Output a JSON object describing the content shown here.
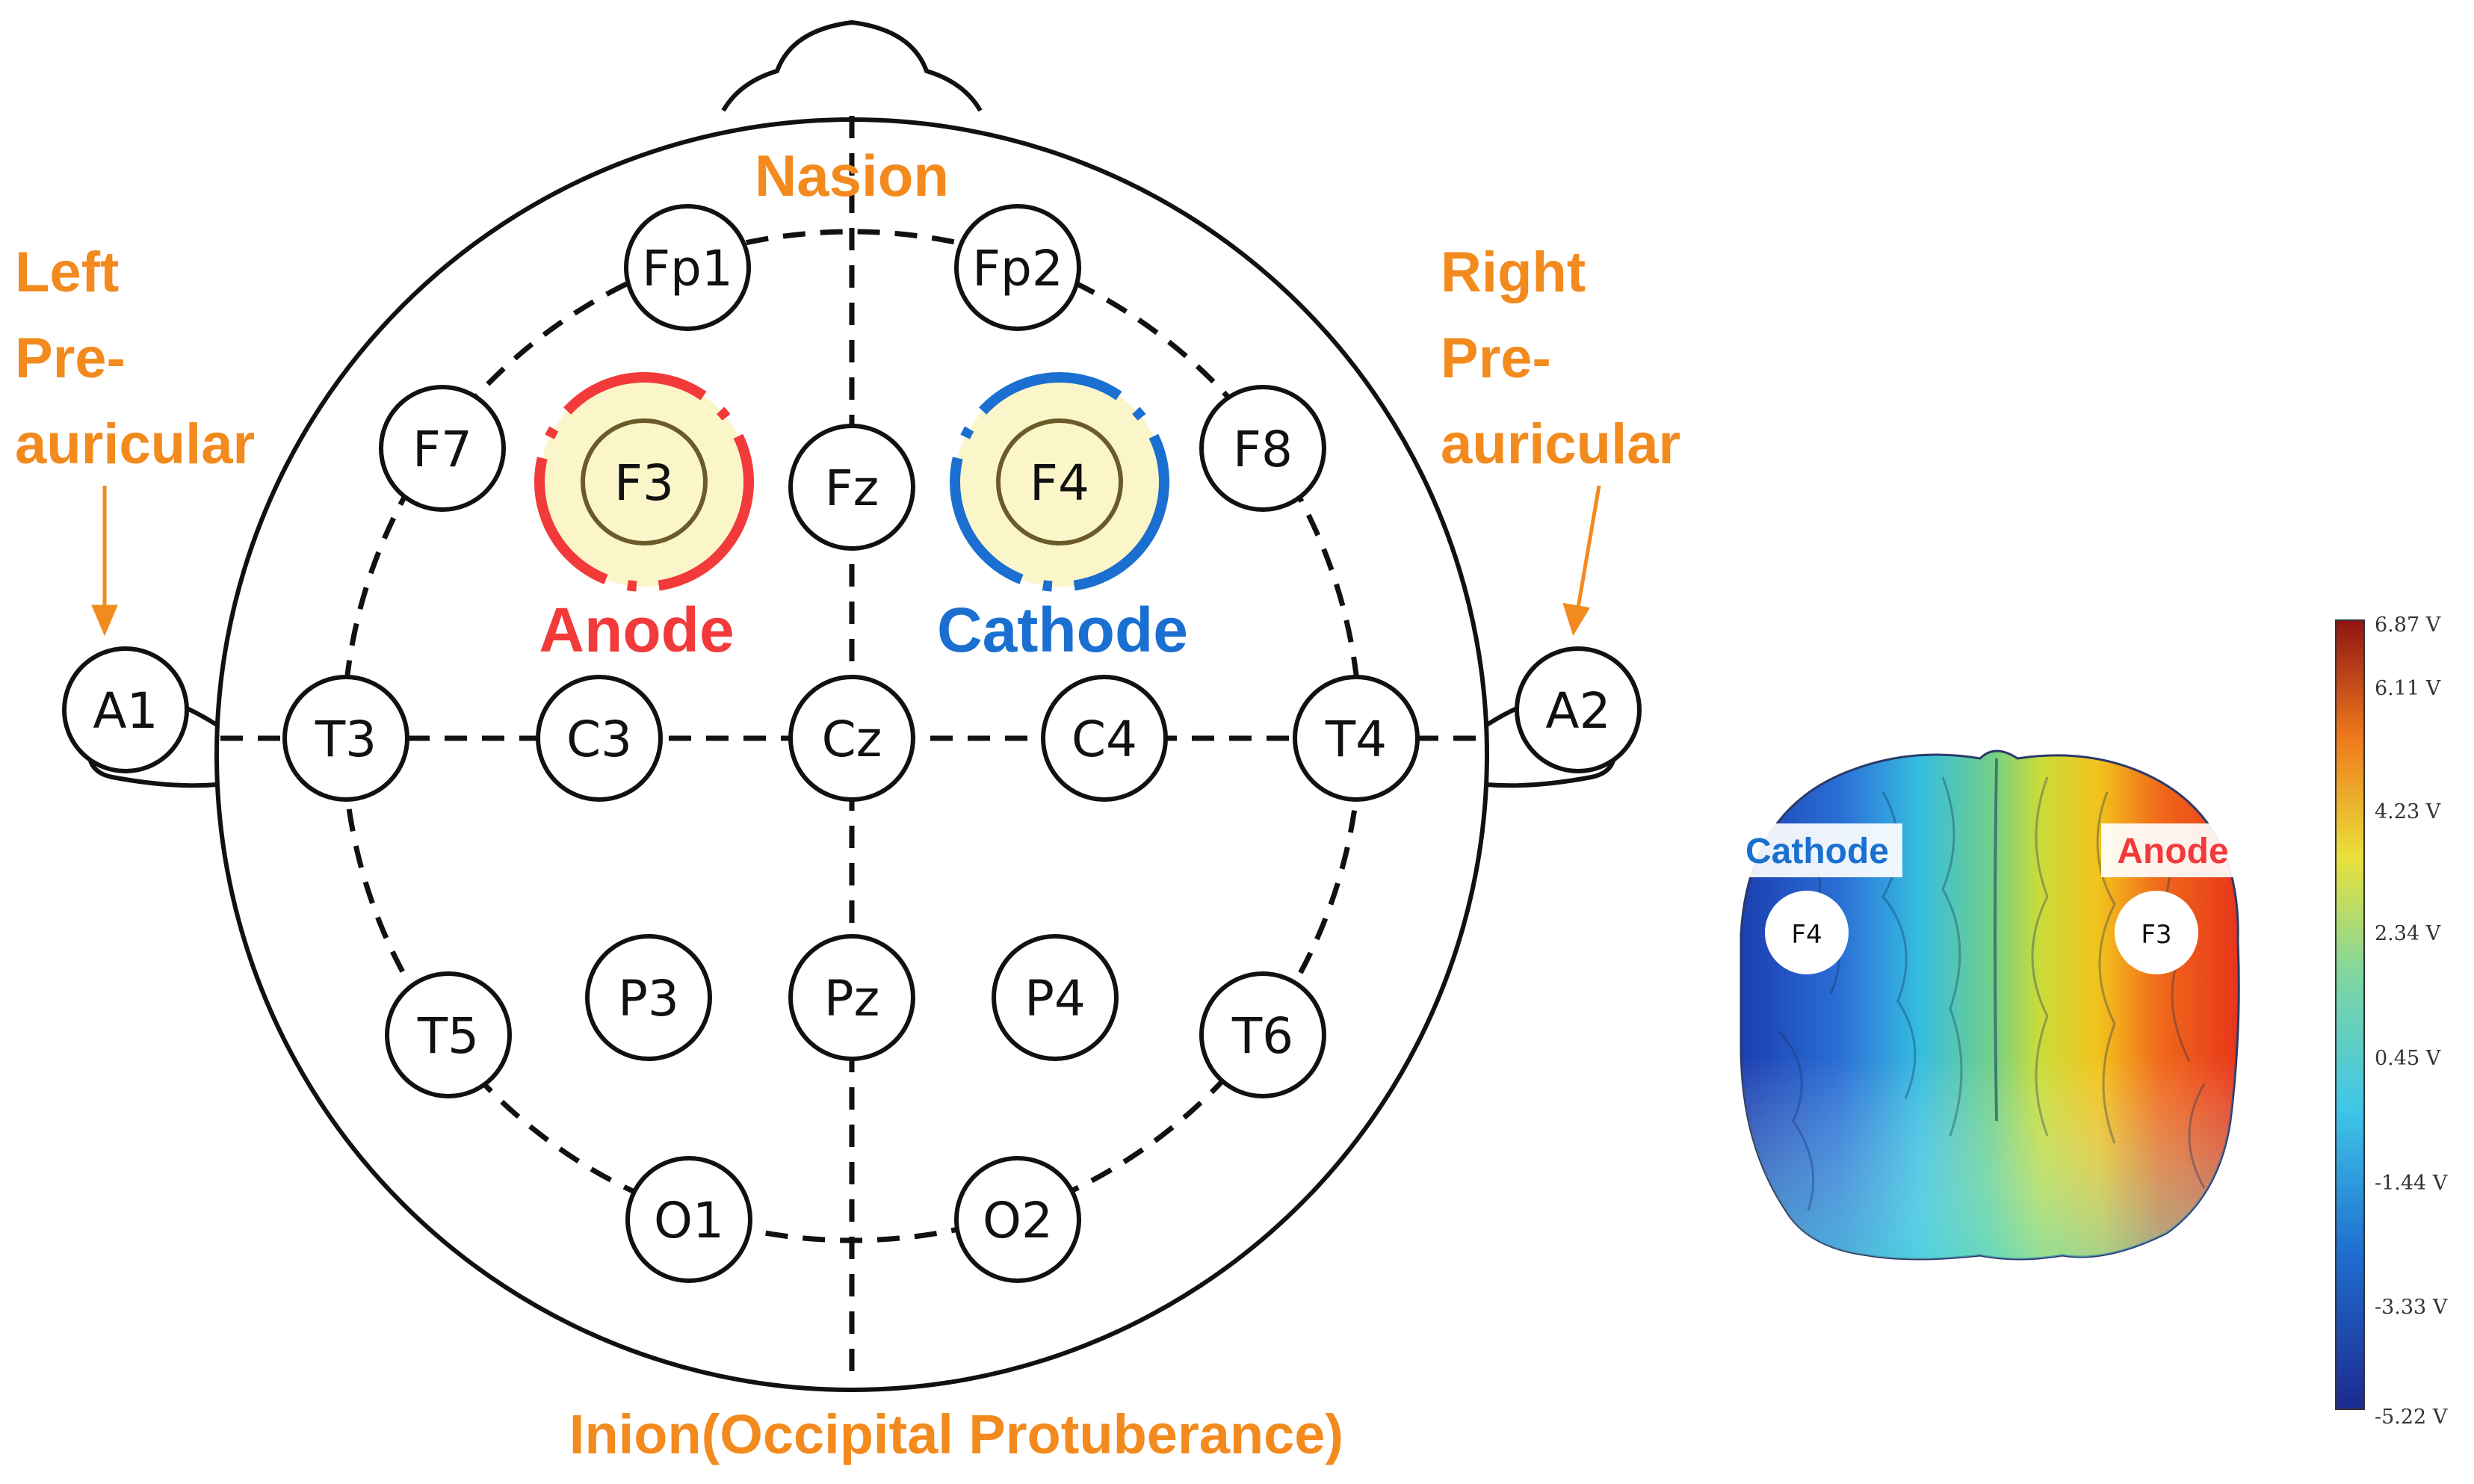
{
  "labels": {
    "nasion": "Nasion",
    "inion": "Inion(Occipital Protuberance)",
    "left_pre": [
      "Left",
      "Pre-",
      "auricular"
    ],
    "right_pre": [
      "Right",
      "Pre-",
      "auricular"
    ],
    "anode": "Anode",
    "cathode": "Cathode"
  },
  "electrodes": {
    "Fp1": "Fp1",
    "Fp2": "Fp2",
    "F7": "F7",
    "F3": "F3",
    "Fz": "Fz",
    "F4": "F4",
    "F8": "F8",
    "A1": "A1",
    "T3": "T3",
    "C3": "C3",
    "Cz": "Cz",
    "C4": "C4",
    "T4": "T4",
    "A2": "A2",
    "T5": "T5",
    "P3": "P3",
    "Pz": "Pz",
    "P4": "P4",
    "T6": "T6",
    "O1": "O1",
    "O2": "O2"
  },
  "brain": {
    "cathode_label": "Cathode",
    "anode_label": "Anode",
    "f4": "F4",
    "f3": "F3"
  },
  "colorbar": {
    "ticks": [
      "6.87 V",
      "6.11 V",
      "4.23 V",
      "2.34 V",
      "0.45 V",
      "-1.44 V",
      "-3.33 V",
      "-5.22 V"
    ]
  },
  "colors": {
    "orange": "#f28a1e",
    "anode_red": "#f23a3a",
    "cathode_blue": "#1a6fd1",
    "highlight": "#fbf6c9"
  }
}
